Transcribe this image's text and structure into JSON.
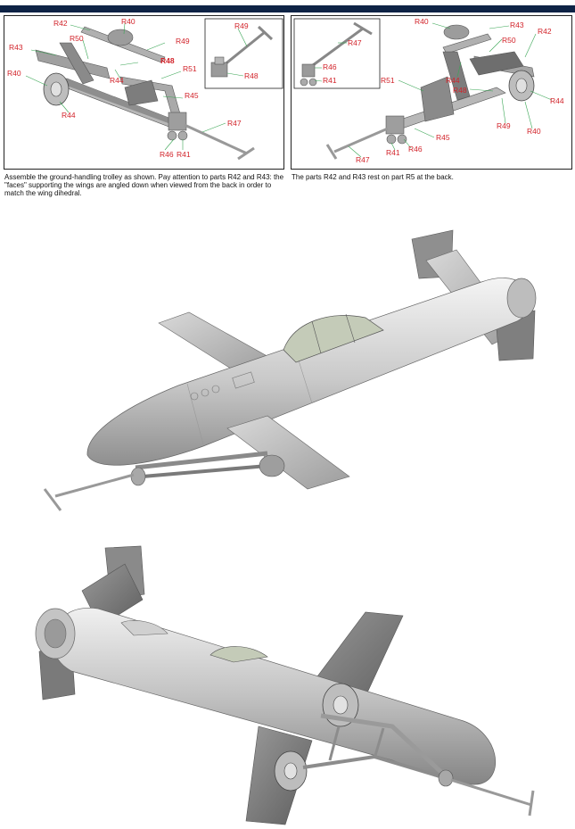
{
  "panels": {
    "left": {
      "main_labels": [
        "R42",
        "R40",
        "R50",
        "R49",
        "R43",
        "R48",
        "R40",
        "R51",
        "R44",
        "R44",
        "R45",
        "R47",
        "R46",
        "R41"
      ],
      "inset_labels": [
        "R49",
        "R48"
      ],
      "caption": "Assemble the ground-handling trolley as shown. Pay attention to parts R42 and R43: the \"faces\" supporting the wings are angled down when viewed from the back in order to match the wing dihedral."
    },
    "right": {
      "main_labels": [
        "R40",
        "R43",
        "R50",
        "R42",
        "R51",
        "R44",
        "R48",
        "R44",
        "R49",
        "R40",
        "R45",
        "R46",
        "R41",
        "R47"
      ],
      "inset_labels": [
        "R47",
        "R46",
        "R41"
      ],
      "caption": "The parts R42 and R43 rest on part R5 at the back."
    }
  },
  "colors": {
    "header_bar": "#0e2345",
    "callout_text": "#d2232a",
    "leader_line": "#3aa655"
  }
}
